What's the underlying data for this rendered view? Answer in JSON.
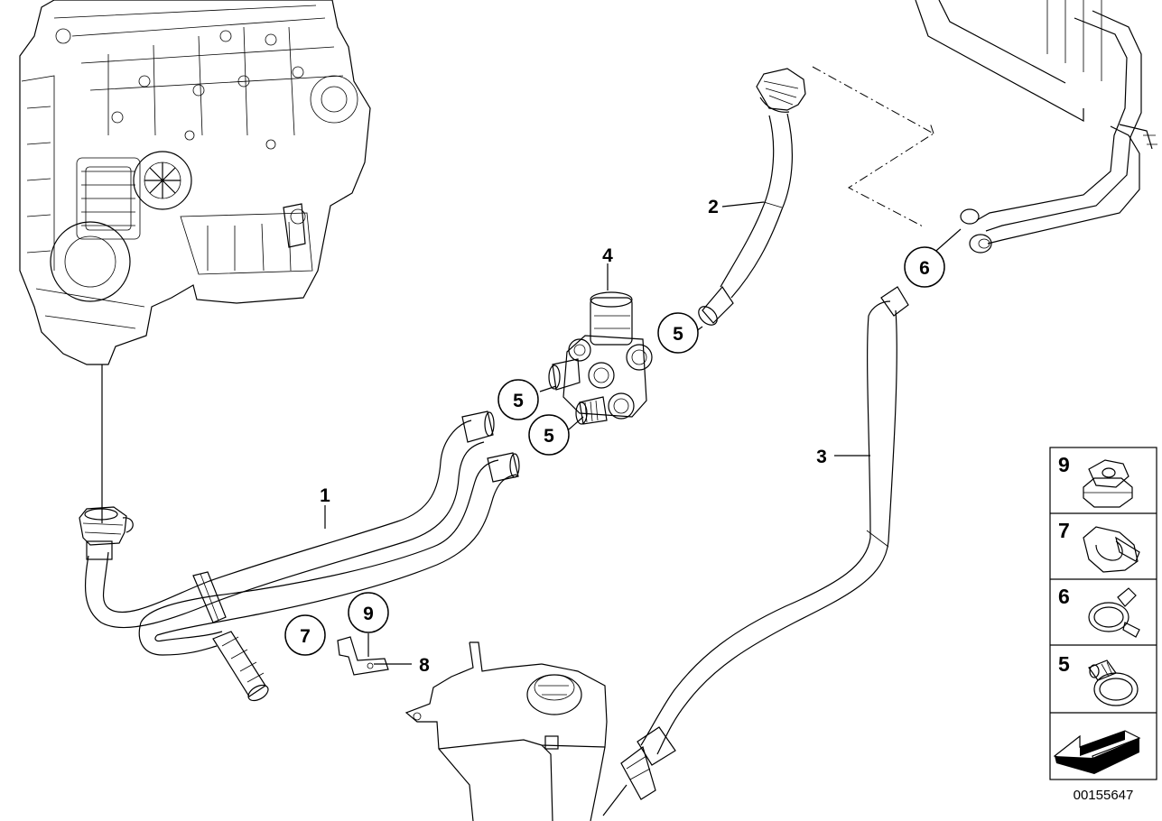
{
  "diagram": {
    "diagram_id": "00155647",
    "callouts": [
      {
        "id": "1",
        "label": "1"
      },
      {
        "id": "2",
        "label": "2"
      },
      {
        "id": "3",
        "label": "3"
      },
      {
        "id": "4",
        "label": "4"
      },
      {
        "id": "5a",
        "label": "5"
      },
      {
        "id": "5b",
        "label": "5"
      },
      {
        "id": "5c",
        "label": "5"
      },
      {
        "id": "6",
        "label": "6"
      },
      {
        "id": "7",
        "label": "7"
      },
      {
        "id": "8",
        "label": "8"
      },
      {
        "id": "9",
        "label": "9"
      }
    ],
    "legend": [
      {
        "label": "9",
        "icon": "hex-nut-icon"
      },
      {
        "label": "7",
        "icon": "clamp-icon"
      },
      {
        "label": "6",
        "icon": "spring-clamp-icon"
      },
      {
        "label": "5",
        "icon": "hose-clamp-icon"
      },
      {
        "label": "",
        "icon": "direction-arrow-icon"
      }
    ]
  }
}
